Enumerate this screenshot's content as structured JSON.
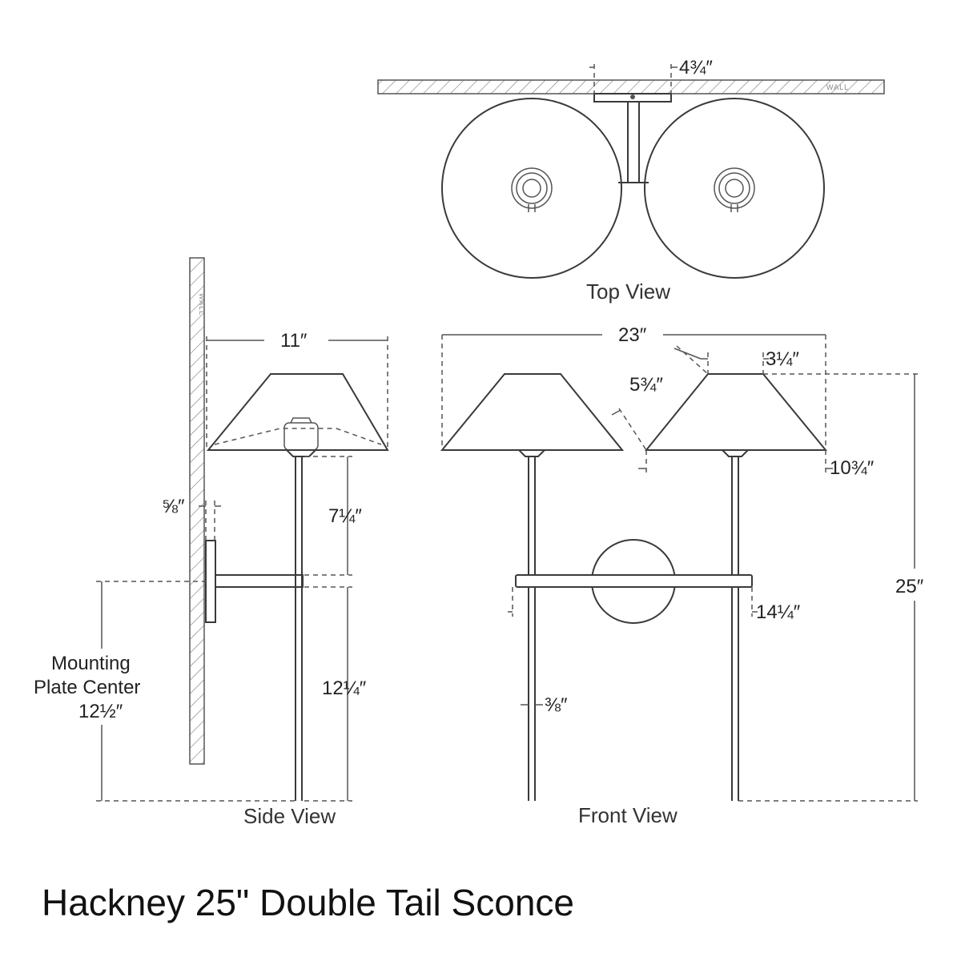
{
  "title": "Hackney 25\" Double Tail Sconce",
  "wall_label": "WALL",
  "views": {
    "top": "Top View",
    "side": "Side View",
    "front": "Front View"
  },
  "dimensions": {
    "plate_width": "4¾″",
    "side_depth": "11″",
    "wall_offset": "⅝″",
    "upper_stem": "7¼″",
    "lower_stem": "12¼″",
    "mounting_line1": "Mounting",
    "mounting_line2": "Plate Center",
    "mounting_value": "12½″",
    "overall_width": "23″",
    "shade_slant": "5¾″",
    "shade_top": "3¼″",
    "shade_bottom": "10¾″",
    "arm_width": "14¼″",
    "tail_diameter": "⅜″",
    "overall_height": "25″"
  },
  "colors": {
    "line": "#3a3a3a",
    "text": "#222222"
  }
}
